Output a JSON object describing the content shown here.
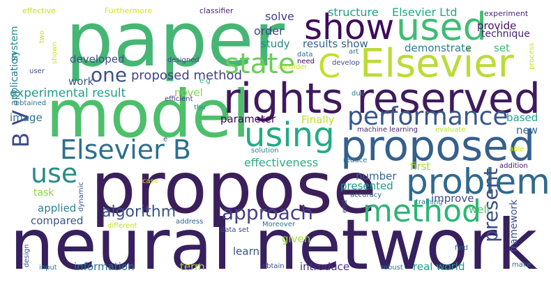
{
  "words": [
    {
      "text": "paper",
      "color": "#45b674"
    },
    {
      "text": "model",
      "color": "#4cbf6a"
    },
    {
      "text": "rights reserved",
      "color": "#3f1a5c"
    },
    {
      "text": "propose",
      "color": "#3b1f5a"
    },
    {
      "text": "neural network",
      "color": "#37205e"
    },
    {
      "text": "Elsevier",
      "color": "#bbdb36"
    },
    {
      "text": "Elsevier B",
      "color": "#2c6f8e"
    },
    {
      "text": "show",
      "color": "#3e0b5c"
    },
    {
      "text": "used",
      "color": "#3fbc73"
    },
    {
      "text": "proposed",
      "color": "#355f8d"
    },
    {
      "text": "problem",
      "color": "#2f6a8d"
    },
    {
      "text": "method",
      "color": "#2db574"
    },
    {
      "text": "using",
      "color": "#25a985"
    },
    {
      "text": "performance",
      "color": "#39568c"
    },
    {
      "text": "use",
      "color": "#2a8b8b"
    },
    {
      "text": "state",
      "color": "#6dcd59"
    },
    {
      "text": "one",
      "color": "#3b518b"
    },
    {
      "text": "approach",
      "color": "#433e85"
    },
    {
      "text": "algorithm",
      "color": "#3a528b"
    },
    {
      "text": "present",
      "color": "#3d4e8a"
    },
    {
      "text": "B V",
      "color": "#3e4a89"
    },
    {
      "text": "C",
      "color": "#bfe02b"
    },
    {
      "text": "proposed method",
      "color": "#424086"
    },
    {
      "text": "experimental result",
      "color": "#1f9e89"
    },
    {
      "text": "effectiveness",
      "color": "#28ae80"
    },
    {
      "text": "structure",
      "color": "#1fa188"
    },
    {
      "text": "Elsevier Ltd",
      "color": "#22a884"
    },
    {
      "text": "solve",
      "color": "#404387"
    },
    {
      "text": "order",
      "color": "#404688"
    },
    {
      "text": "study",
      "color": "#24868e"
    },
    {
      "text": "results show",
      "color": "#32648e"
    },
    {
      "text": "provide",
      "color": "#471164"
    },
    {
      "text": "technique",
      "color": "#482374"
    },
    {
      "text": "demonstrate",
      "color": "#277f8e"
    },
    {
      "text": "set",
      "color": "#3aba76"
    },
    {
      "text": "developed",
      "color": "#3e4c8a"
    },
    {
      "text": "work",
      "color": "#38598c"
    },
    {
      "text": "novel",
      "color": "#7fd34e"
    },
    {
      "text": "parameter",
      "color": "#440154"
    },
    {
      "text": "Finally",
      "color": "#bddf26"
    },
    {
      "text": "based",
      "color": "#20a386"
    },
    {
      "text": "new",
      "color": "#33638d"
    },
    {
      "text": "image",
      "color": "#2e6e8e"
    },
    {
      "text": "first",
      "color": "#a2da37"
    },
    {
      "text": "number",
      "color": "#30698e"
    },
    {
      "text": "presented",
      "color": "#1f968b"
    },
    {
      "text": "improve",
      "color": "#3f4889"
    },
    {
      "text": "well",
      "color": "#44bf70"
    },
    {
      "text": "task",
      "color": "#89d548"
    },
    {
      "text": "applied",
      "color": "#26828e"
    },
    {
      "text": "compared",
      "color": "#3b528b"
    },
    {
      "text": "learn",
      "color": "#3a538b"
    },
    {
      "text": "given",
      "color": "#a5db36"
    },
    {
      "text": "information",
      "color": "#2d708e"
    },
    {
      "text": "term",
      "color": "#aadc32"
    },
    {
      "text": "introduce",
      "color": "#46327e"
    },
    {
      "text": "real world",
      "color": "#1fa088"
    },
    {
      "text": "framework",
      "color": "#3b528b"
    },
    {
      "text": "system",
      "color": "#21908d"
    },
    {
      "text": "application",
      "color": "#2a778e"
    },
    {
      "text": "effective",
      "color": "#c8e020"
    },
    {
      "text": "Furthermore",
      "color": "#d8e219"
    },
    {
      "text": "classifier",
      "color": "#482878"
    },
    {
      "text": "experiment",
      "color": "#472d7b"
    },
    {
      "text": "two",
      "color": "#c2df23"
    },
    {
      "text": "shown",
      "color": "#cae11f"
    },
    {
      "text": "user",
      "color": "#3e4989"
    },
    {
      "text": "obtained",
      "color": "#2c728e"
    },
    {
      "text": "designed",
      "color": "#424186"
    },
    {
      "text": "data",
      "color": "#2e6d8e"
    },
    {
      "text": "consider",
      "color": "#d2e21b"
    },
    {
      "text": "art",
      "color": "#2d718e"
    },
    {
      "text": "develop",
      "color": "#3e4a89"
    },
    {
      "text": "need",
      "color": "#440154"
    },
    {
      "text": "process",
      "color": "#c0df25"
    },
    {
      "text": "e g",
      "color": "#29af7f"
    },
    {
      "text": "efficient",
      "color": "#443a83"
    },
    {
      "text": "thu",
      "color": "#26828e"
    },
    {
      "text": "machine learning",
      "color": "#482576"
    },
    {
      "text": "evaluate",
      "color": "#b5de2b"
    },
    {
      "text": "due",
      "color": "#2c738e"
    },
    {
      "text": "able",
      "color": "#d5e21a"
    },
    {
      "text": "e",
      "color": "#3b528b"
    },
    {
      "text": "solution",
      "color": "#23898e"
    },
    {
      "text": "reduce",
      "color": "#2a788e"
    },
    {
      "text": "addition",
      "color": "#471365"
    },
    {
      "text": "case",
      "color": "#dde318"
    },
    {
      "text": "dynamic",
      "color": "#39558c"
    },
    {
      "text": "accuracy",
      "color": "#34618d"
    },
    {
      "text": "end",
      "color": "#3f4788"
    },
    {
      "text": "training",
      "color": "#2a778e"
    },
    {
      "text": "different",
      "color": "#bddf26"
    },
    {
      "text": "address",
      "color": "#31668e"
    },
    {
      "text": "data set",
      "color": "#3e4a89"
    },
    {
      "text": "Moreover",
      "color": "#2c728e"
    },
    {
      "text": "find",
      "color": "#2f6b8e"
    },
    {
      "text": "design",
      "color": "#3b528b"
    },
    {
      "text": "input",
      "color": "#2a778e"
    },
    {
      "text": "obtain",
      "color": "#3e4c8a"
    },
    {
      "text": "robust",
      "color": "#2b748e"
    },
    {
      "text": "make",
      "color": "#31688e"
    }
  ]
}
